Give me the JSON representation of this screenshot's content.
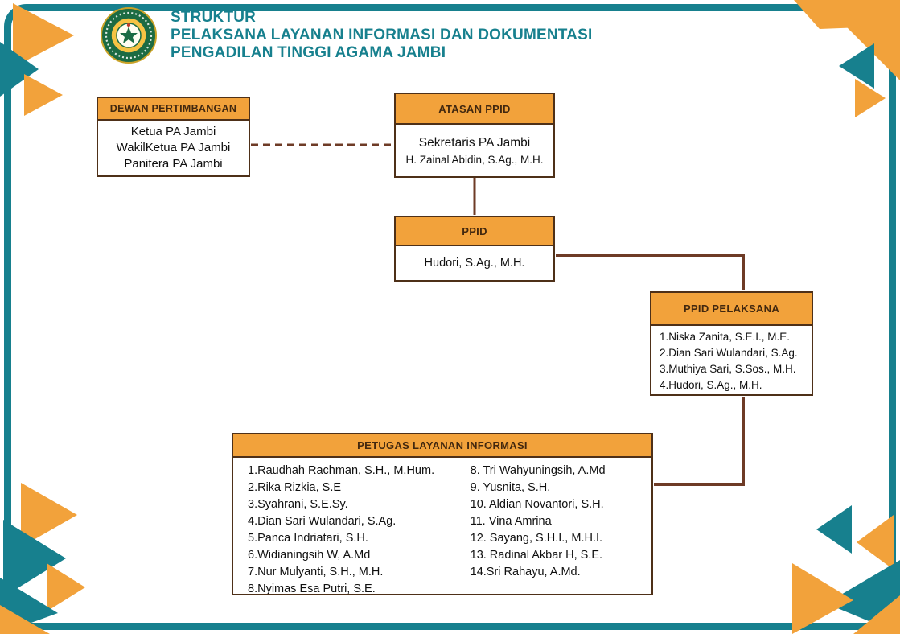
{
  "header": {
    "line1": "STRUKTUR",
    "line2": "PELAKSANA LAYANAN INFORMASI DAN DOKUMENTASI",
    "line3": "PENGADILAN TINGGI AGAMA JAMBI"
  },
  "logo": {
    "name": "pta-jambi-court-seal"
  },
  "colors": {
    "teal": "#17808E",
    "orange": "#F2A23B",
    "connector_brown": "#6E3B26",
    "box_border": "#4E3018",
    "header_text": "#42280F"
  },
  "boxes": {
    "dewan_pertimbangan": {
      "title": "DEWAN PERTIMBANGAN",
      "members": [
        "Ketua PA Jambi",
        "WakilKetua PA Jambi",
        "Panitera PA Jambi"
      ]
    },
    "atasan_ppid": {
      "title": "ATASAN PPID",
      "position": "Sekretaris PA Jambi",
      "name": "H. Zainal Abidin, S.Ag., M.H."
    },
    "ppid": {
      "title": "PPID",
      "name": "Hudori, S.Ag., M.H."
    },
    "ppid_pelaksana": {
      "title": "PPID PELAKSANA",
      "members": [
        "1.Niska Zanita, S.E.I., M.E.",
        "2.Dian Sari Wulandari, S.Ag.",
        "3.Muthiya Sari, S.Sos., M.H.",
        "4.Hudori, S.Ag., M.H."
      ]
    },
    "petugas_layanan_informasi": {
      "title": "PETUGAS LAYANAN INFORMASI",
      "column1": [
        "1.Raudhah Rachman, S.H., M.Hum.",
        "2.Rika Rizkia, S.E",
        "3.Syahrani, S.E.Sy.",
        "4.Dian Sari Wulandari, S.Ag.",
        "5.Panca Indriatari, S.H.",
        "6.Widianingsih W, A.Md",
        "7.Nur Mulyanti, S.H., M.H.",
        "8.Nyimas Esa Putri, S.E."
      ],
      "column2": [
        "8. Tri Wahyuningsih, A.Md",
        "9. Yusnita, S.H.",
        "10. Aldian Novantori, S.H.",
        "11. Vina Amrina",
        "12. Sayang, S.H.I., M.H.I.",
        "13. Radinal Akbar H, S.E.",
        "14.Sri Rahayu, A.Md."
      ]
    }
  }
}
